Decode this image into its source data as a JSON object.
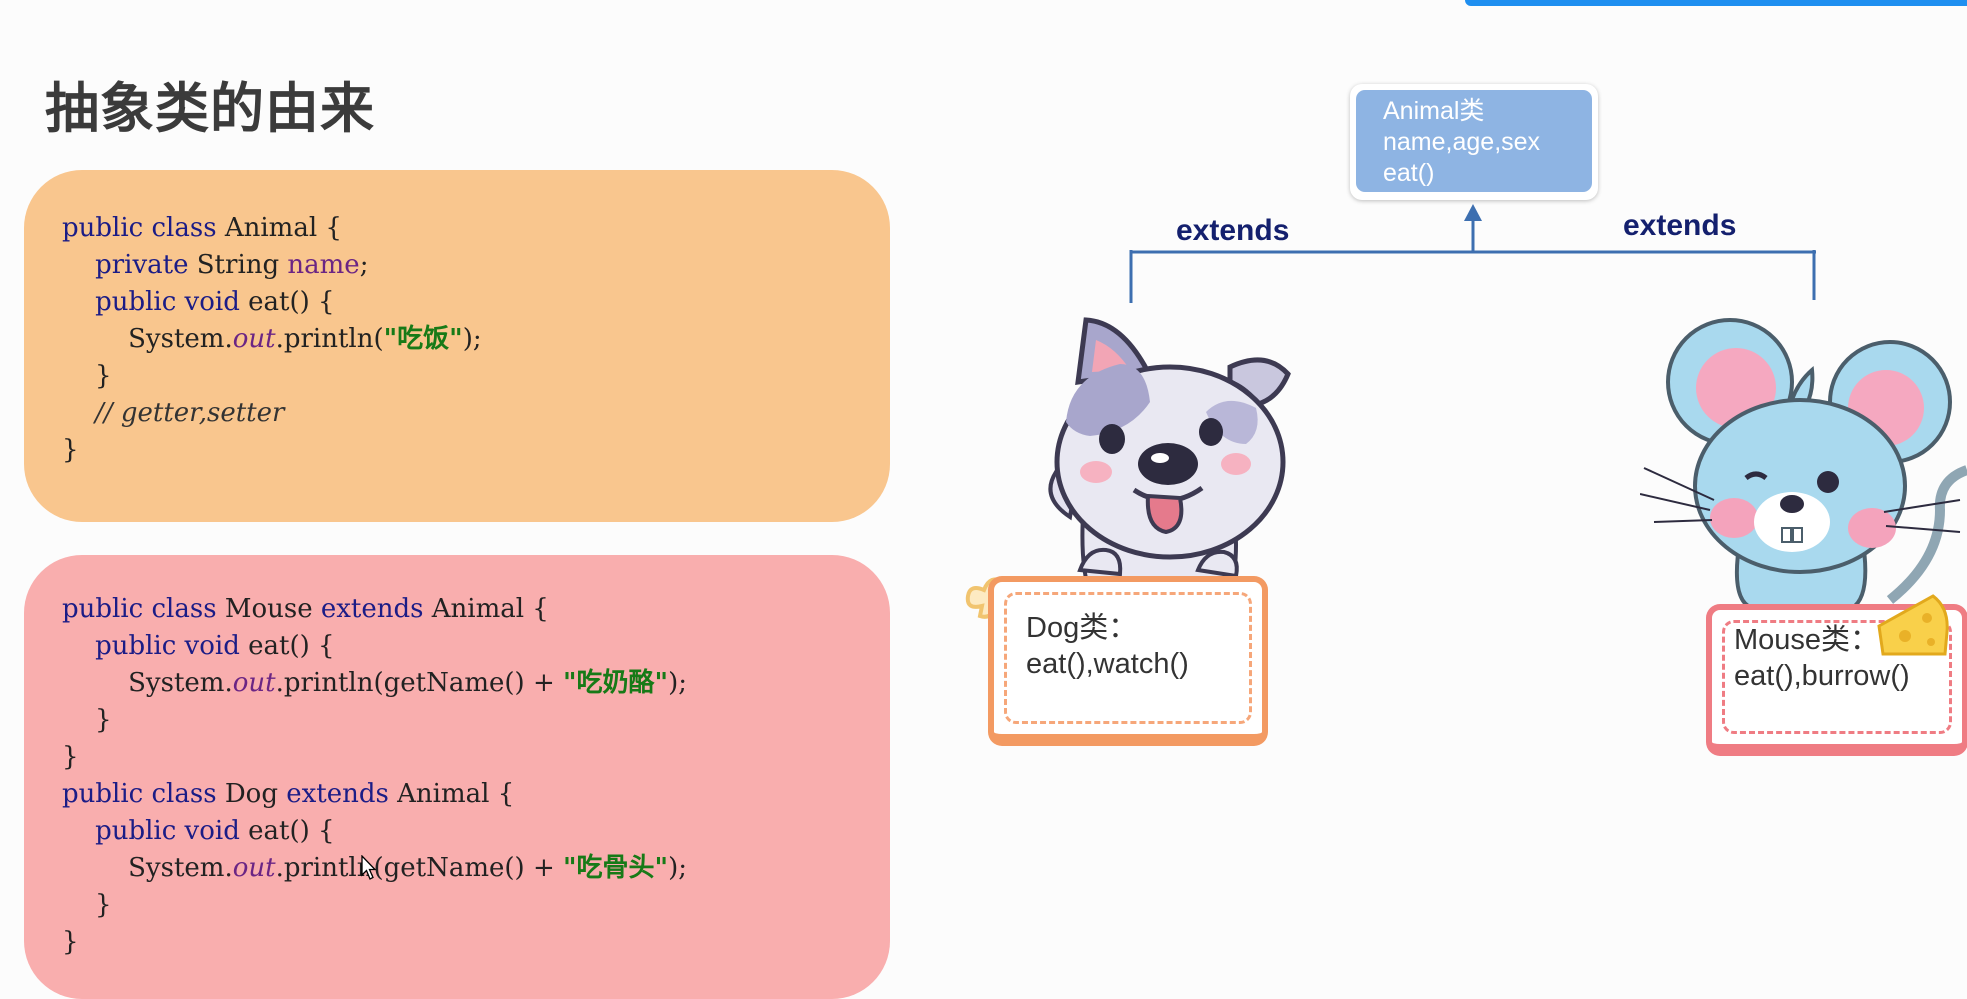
{
  "slide": {
    "title": "抽象类的由来"
  },
  "code_animal": {
    "lines": [
      [
        {
          "t": "public class",
          "c": "kw"
        },
        {
          "t": " Animal {",
          "c": ""
        }
      ],
      [
        {
          "t": "    ",
          "c": ""
        },
        {
          "t": "private",
          "c": "kw"
        },
        {
          "t": " String ",
          "c": ""
        },
        {
          "t": "name",
          "c": "fld"
        },
        {
          "t": ";",
          "c": ""
        }
      ],
      [
        {
          "t": "    ",
          "c": ""
        },
        {
          "t": "public void",
          "c": "kw"
        },
        {
          "t": " eat() {",
          "c": ""
        }
      ],
      [
        {
          "t": "        System.",
          "c": ""
        },
        {
          "t": "out",
          "c": "out"
        },
        {
          "t": ".println(",
          "c": ""
        },
        {
          "t": "\"吃饭\"",
          "c": "str"
        },
        {
          "t": ");",
          "c": ""
        }
      ],
      [
        {
          "t": "    }",
          "c": ""
        }
      ],
      [
        {
          "t": "    // getter,setter",
          "c": "cmt"
        }
      ],
      [
        {
          "t": "}",
          "c": ""
        }
      ]
    ]
  },
  "code_subclasses": {
    "lines": [
      [
        {
          "t": "public class",
          "c": "kw"
        },
        {
          "t": " Mouse ",
          "c": ""
        },
        {
          "t": "extends",
          "c": "kw"
        },
        {
          "t": " Animal {",
          "c": ""
        }
      ],
      [
        {
          "t": "    ",
          "c": ""
        },
        {
          "t": "public void",
          "c": "kw"
        },
        {
          "t": " eat() {",
          "c": ""
        }
      ],
      [
        {
          "t": "        System.",
          "c": ""
        },
        {
          "t": "out",
          "c": "out"
        },
        {
          "t": ".println(getName() + ",
          "c": ""
        },
        {
          "t": "\"吃奶酪\"",
          "c": "str"
        },
        {
          "t": ");",
          "c": ""
        }
      ],
      [
        {
          "t": "    }",
          "c": ""
        }
      ],
      [
        {
          "t": "}",
          "c": ""
        }
      ],
      [
        {
          "t": "public class",
          "c": "kw"
        },
        {
          "t": " Dog ",
          "c": ""
        },
        {
          "t": "extends",
          "c": "kw"
        },
        {
          "t": " Animal {",
          "c": ""
        }
      ],
      [
        {
          "t": "    ",
          "c": ""
        },
        {
          "t": "public void",
          "c": "kw"
        },
        {
          "t": " eat() {",
          "c": ""
        }
      ],
      [
        {
          "t": "        System.",
          "c": ""
        },
        {
          "t": "out",
          "c": "out"
        },
        {
          "t": ".println(getName() + ",
          "c": ""
        },
        {
          "t": "\"吃骨头\"",
          "c": "str"
        },
        {
          "t": ");",
          "c": ""
        }
      ],
      [
        {
          "t": "    }",
          "c": ""
        }
      ],
      [
        {
          "t": "}",
          "c": ""
        }
      ]
    ]
  },
  "diagram": {
    "animal_box": [
      "Animal类",
      "name,age,sex",
      "eat()"
    ],
    "extends_left": "extends",
    "extends_right": "extends",
    "dog_card": [
      "Dog类：",
      "eat(),watch()"
    ],
    "mouse_card": [
      "Mouse类：",
      "eat(),burrow()"
    ],
    "line_color": "#3d6fb0"
  },
  "colors": {
    "panel_animal": "#f9c68e",
    "panel_subclasses": "#f9aeae",
    "keyword": "#1b1c86",
    "string": "#177a17",
    "field": "#6b2584"
  }
}
